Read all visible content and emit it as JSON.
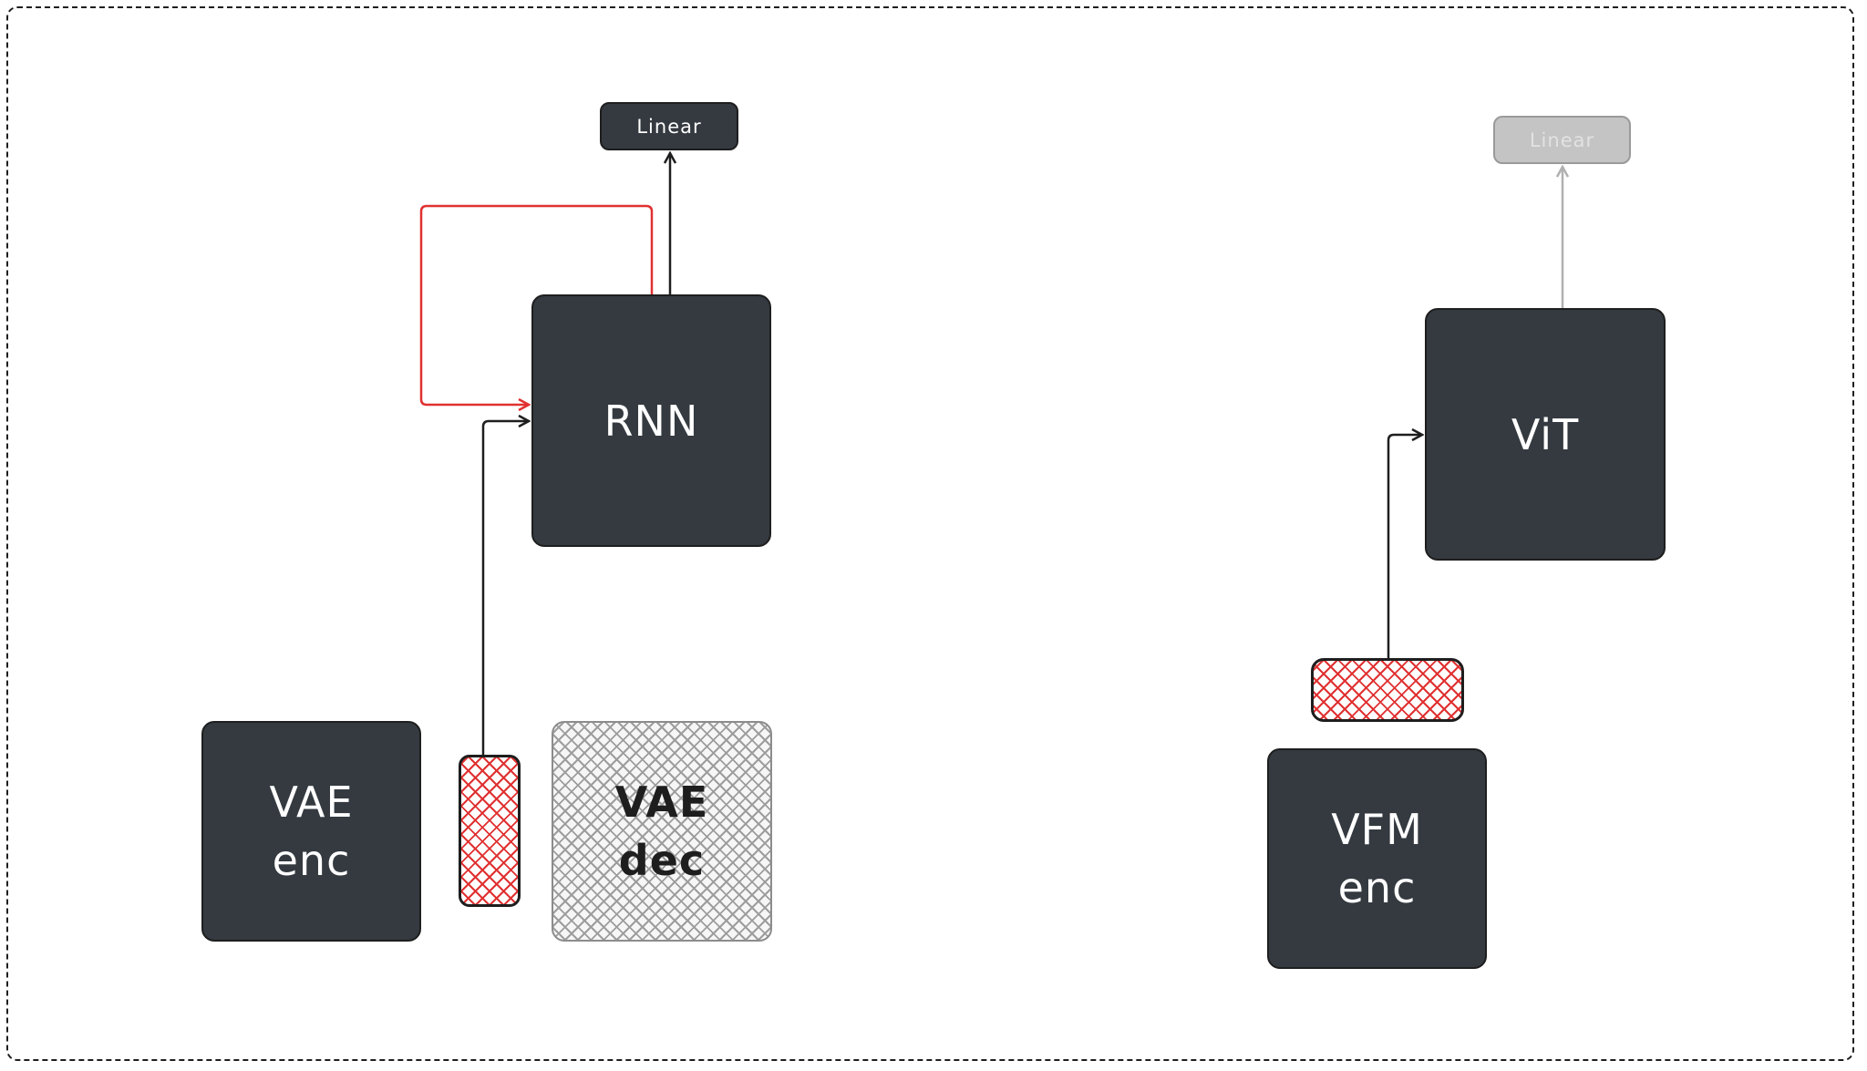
{
  "diagram": {
    "left_panel": {
      "linear": {
        "label": "Linear"
      },
      "rnn": {
        "label": "RNN"
      },
      "vae_enc": {
        "label": "VAE\nenc"
      },
      "latent": {
        "label": ""
      },
      "vae_dec": {
        "label": "VAE\ndec",
        "style": "hatched-gray (inactive)"
      },
      "edges": [
        {
          "from": "latent",
          "to": "rnn",
          "color": "#1e1e1e"
        },
        {
          "from": "rnn",
          "to": "rnn",
          "color": "#e03131",
          "kind": "recurrent loop"
        },
        {
          "from": "rnn",
          "to": "linear",
          "color": "#1e1e1e"
        }
      ]
    },
    "right_panel": {
      "linear": {
        "label": "Linear",
        "style": "grayed-out"
      },
      "vit": {
        "label": "ViT"
      },
      "latent": {
        "label": ""
      },
      "vfm_enc": {
        "label": "VFM\nenc"
      },
      "edges": [
        {
          "from": "latent",
          "to": "vit",
          "color": "#1e1e1e"
        },
        {
          "from": "vit",
          "to": "linear",
          "color": "#b0b0b0"
        }
      ]
    },
    "colors": {
      "block_fill": "#343a40",
      "stroke": "#1e1e1e",
      "accent_red": "#e03131",
      "inactive_gray": "#c4c4c4"
    }
  }
}
